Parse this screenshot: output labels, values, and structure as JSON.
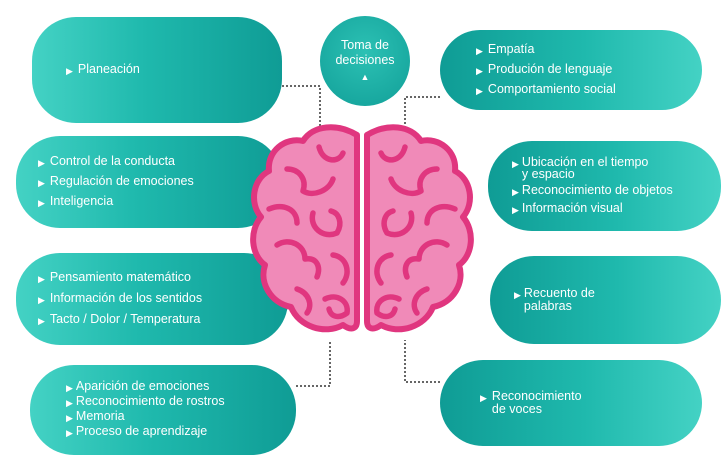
{
  "bullet": "▶",
  "top_node": {
    "label_line1": "Toma de",
    "label_line2": "decisiones",
    "arrow": "▲"
  },
  "left_boxes": [
    {
      "items": [
        "Planeación"
      ]
    },
    {
      "items": [
        "Control de la conducta",
        "Regulación de emociones",
        "Inteligencia"
      ]
    },
    {
      "items": [
        "Pensamiento matemático",
        "Información de los sentidos",
        "Tacto / Dolor / Temperatura"
      ]
    },
    {
      "items": [
        "Aparición de emociones",
        "Reconocimiento de rostros",
        "Memoria",
        "Proceso de aprendizaje"
      ]
    }
  ],
  "right_boxes": [
    {
      "items": [
        "Empatía",
        "Produción de lenguaje",
        "Comportamiento social"
      ]
    },
    {
      "items": [
        "Ubicación en el tiempo\ny espacio",
        "Reconocimiento de objetos",
        "Información visual"
      ]
    },
    {
      "items": [
        "Recuento de\npalabras"
      ]
    },
    {
      "items": [
        "Reconocimiento\nde voces"
      ]
    }
  ],
  "colors": {
    "teal_dark": "#0f9c95",
    "teal_light": "#44d2c4",
    "brain_fill": "#f08ab8",
    "brain_outline": "#e0367f",
    "connector": "#333333"
  }
}
